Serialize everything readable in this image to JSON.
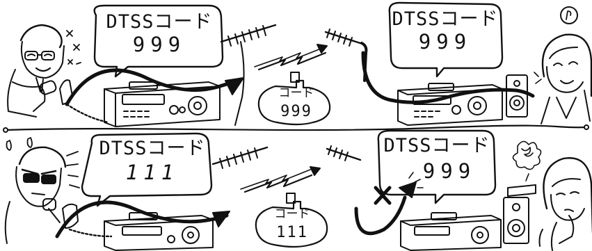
{
  "colors": {
    "ink": "#111111",
    "paper": "#ffffff"
  },
  "icons": [
    "antenna-icon",
    "radio-wave-icon",
    "radio-transceiver-icon",
    "speaker-icon",
    "microphone-icon",
    "cross-mark-icon",
    "music-note-icon",
    "scribble-icon"
  ],
  "top_row": {
    "sender_bubble": {
      "title": "DTSSコード",
      "code": "999"
    },
    "signal_bubble": {
      "title": "コード",
      "code": "999"
    },
    "receiver_bubble": {
      "title": "DTSSコード",
      "code": "999"
    }
  },
  "bottom_row": {
    "sender_bubble": {
      "title": "DTSSコード",
      "code": "111"
    },
    "signal_bubble": {
      "title": "コード",
      "code": "111"
    },
    "receiver_bubble": {
      "title": "DTSSコード",
      "code": "999"
    }
  }
}
